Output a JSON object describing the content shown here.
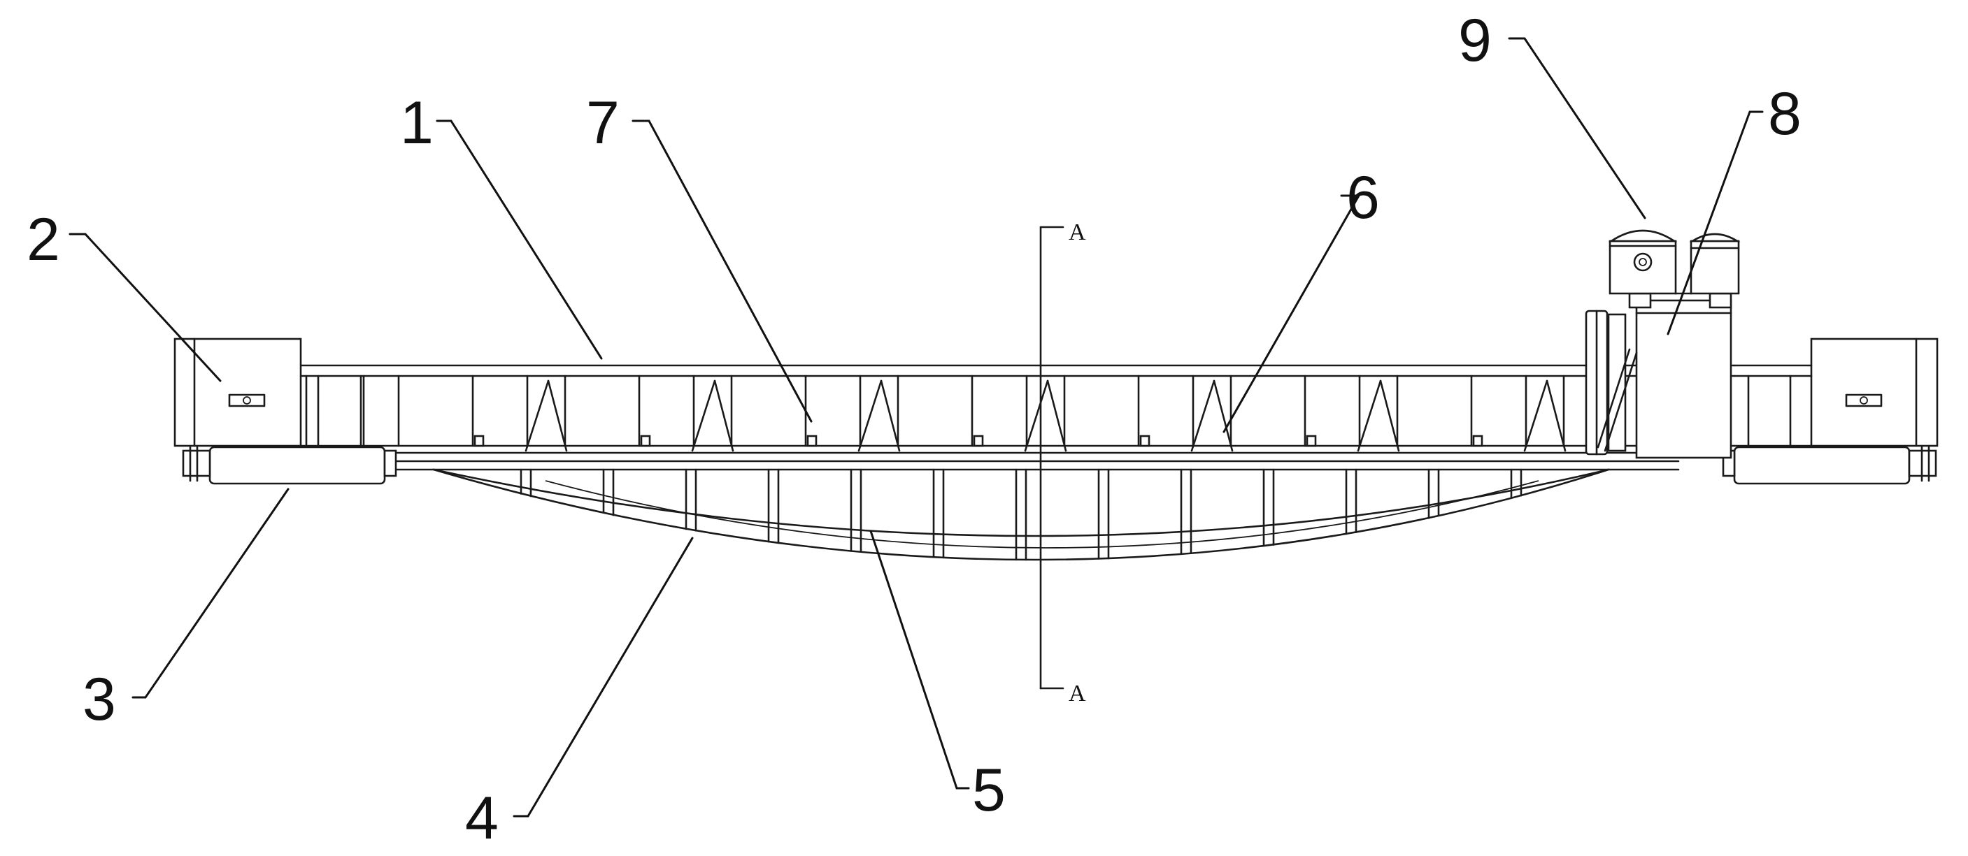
{
  "labels": {
    "l1": "1",
    "l2": "2",
    "l3": "3",
    "l4": "4",
    "l5": "5",
    "l6": "6",
    "l7": "7",
    "l8": "8",
    "l9": "9"
  },
  "section": {
    "top": "A",
    "bottom": "A"
  }
}
